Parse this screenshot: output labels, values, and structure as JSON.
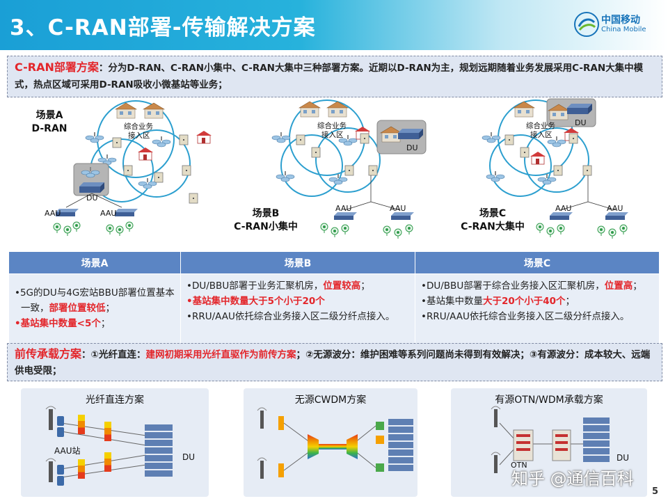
{
  "header": {
    "title": "3、C-RAN部署-传输解决方案",
    "logo_cn": "中国移动",
    "logo_en": "China Mobile"
  },
  "intro": {
    "label": "C-RAN部署方案",
    "text": "：分为D-RAN、C-RAN小集中、C-RAN大集中三种部署方案。近期以D-RAN为主，规划远期随着业务发展采用C-RAN大集中模式，热点区域可采用D-RAN吸收小微基站等业务；"
  },
  "scenarios": {
    "a_line1": "场景A",
    "a_line2": "D-RAN",
    "b_line1": "场景B",
    "b_line2": "C-RAN小集中",
    "c_line1": "场景C",
    "c_line2": "C-RAN大集中",
    "ring_label_line1": "综合业务",
    "ring_label_line2": "接入区",
    "du": "DU",
    "aau": "AAU"
  },
  "table": {
    "headers": [
      "场景A",
      "场景B",
      "场景C"
    ],
    "a": {
      "item1": "5G的DU与4G宏站BBU部署位置基本一致，",
      "item1_red": "部署位置较低",
      "item1_end": "；",
      "item2_red": "基站集中数量<5个",
      "item2_end": "；"
    },
    "b": {
      "item1": "DU/BBU部署于业务汇聚机房，",
      "item1_red": "位置较高",
      "item1_end": "；",
      "item2_red": "基站集中数量大于5个小于20个",
      "item3": "RRU/AAU依托综合业务接入区二级分纤点接入。"
    },
    "c": {
      "item1": "DU/BBU部署于综合业务接入区汇聚机房，",
      "item1_red": "位置高",
      "item1_end": "；",
      "item2": "基站集中数量",
      "item2_red": "大于20个小于40个",
      "item2_end": "；",
      "item3": "RRU/AAU依托综合业务接入区二级分纤点接入。"
    }
  },
  "fronthaul": {
    "label": "前传承载方案",
    "p1": "：①光纤直连：",
    "p1_red": "建网初期采用光纤直驱作为前传方案",
    "p2": "；②无源波分：维护困难等系列问题尚未得到有效解决；③有源波分：成本较大、远端供电受限；"
  },
  "panels": {
    "p1_title": "光纤直连方案",
    "p1_aau": "AAU站",
    "p1_du": "DU",
    "p2_title": "无源CWDM方案",
    "p3_title": "有源OTN/WDM承载方案",
    "p3_otn": "OTN",
    "p3_du": "DU"
  },
  "watermark": "知乎 @通信百科",
  "page_number": "5",
  "colors": {
    "header_blue": "#1a9fd6",
    "table_header": "#5b85c4",
    "highlight_red": "#e3262b"
  }
}
